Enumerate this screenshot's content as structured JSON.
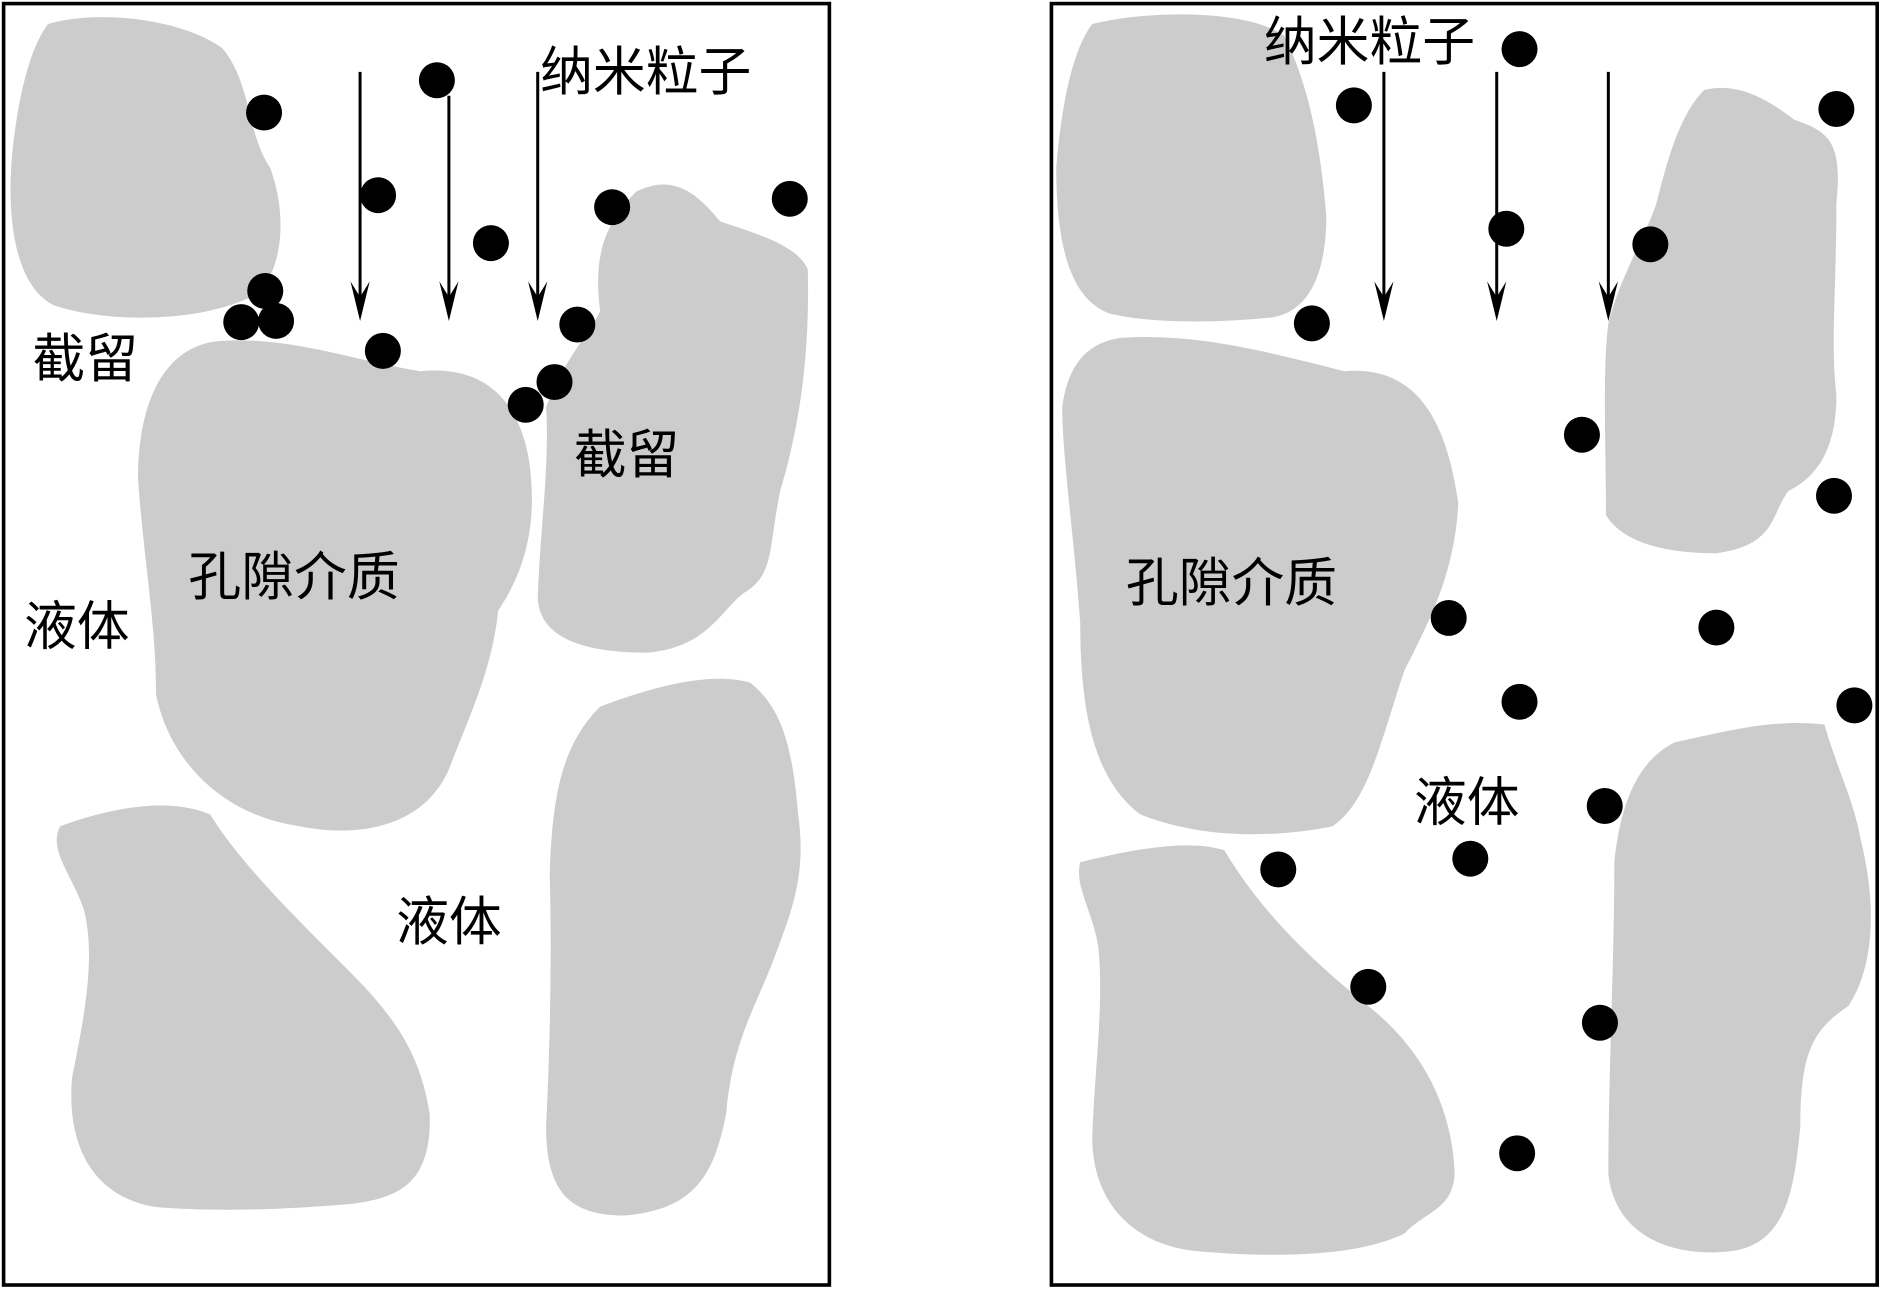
{
  "left_panel": {
    "nanoparticle_label": "纳米粒子",
    "retention_label_1": "截留",
    "retention_label_2": "截留",
    "porous_medium_label": "孔隙介质",
    "liquid_label_1": "液体",
    "liquid_label_2": "液体"
  },
  "right_panel": {
    "nanoparticle_label": "纳米粒子",
    "porous_medium_label": "孔隙介质",
    "liquid_label": "液体"
  },
  "colors": {
    "grain": "#cccccc",
    "particle": "#000000",
    "frame": "#000000"
  }
}
